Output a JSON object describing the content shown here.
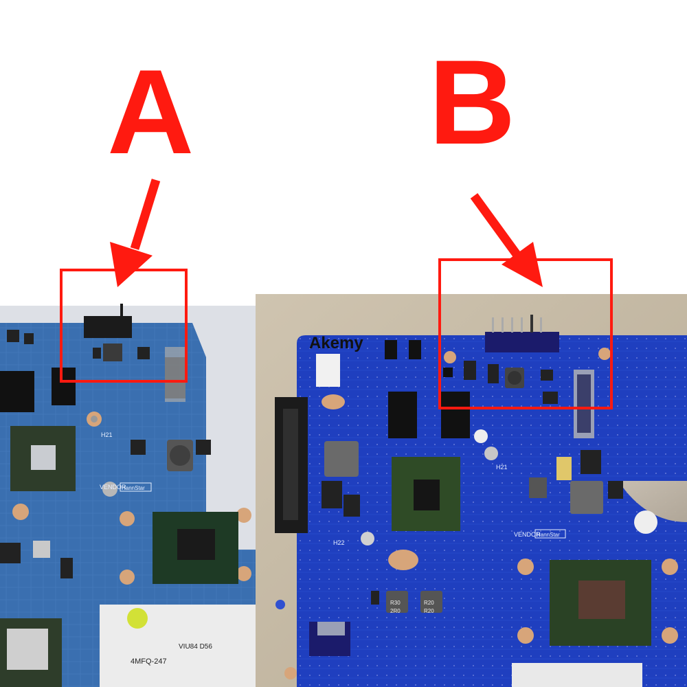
{
  "labels": {
    "left_letter": "A",
    "right_letter": "B",
    "watermark": "Akemy"
  },
  "board_text": {
    "left_vendor": "VENDOR",
    "left_vendor_brand": "HannStar",
    "right_vendor": "VENDOR",
    "right_vendor_brand": "HannStar",
    "left_sticker_1": "4MFQ-247",
    "left_sticker_2": "VIU84 D56",
    "left_hole_label": "H21",
    "right_hole_label_1": "H21",
    "right_hole_label_2": "H22",
    "right_inductor_1": "R30",
    "right_inductor_2": "R20",
    "right_inductor_3": "2R0",
    "right_inductor_4": "R20"
  },
  "colors": {
    "marker_red": "#ff1a10",
    "left_board": "#3a6fb0",
    "right_board": "#1f3fbf",
    "background_paper": "#c7bca8",
    "background_white": "#ffffff"
  }
}
